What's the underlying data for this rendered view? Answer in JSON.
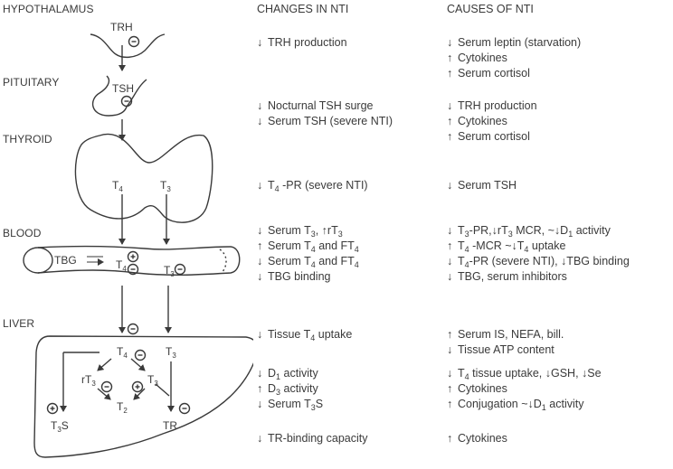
{
  "organ_labels": {
    "hypothalamus": "HYPOTHALAMUS",
    "pituitary": "PITUITARY",
    "thyroid": "THYROID",
    "blood": "BLOOD",
    "liver": "LIVER"
  },
  "diagram_labels": {
    "trh": "TRH",
    "tsh": "TSH",
    "thyroid_t4": "T4",
    "thyroid_t3": "T3",
    "tbg": "TBG",
    "blood_t4": "T4",
    "blood_t3": "T3",
    "liver_t4": "T4",
    "liver_t3": "T3",
    "rt3": "rT3",
    "t3_mid": "T3",
    "t2": "T2",
    "t3s": "T3S",
    "tr": "TR"
  },
  "column_headers": {
    "changes": "CHANGES IN NTI",
    "causes": "CAUSES OF NTI"
  },
  "changes": [
    {
      "dir": "down",
      "text": "TRH production"
    },
    {
      "dir": "down",
      "text": "Nocturnal TSH surge"
    },
    {
      "dir": "down",
      "text": "Serum TSH (severe NTI)"
    },
    {
      "dir": "down",
      "text": "T4 -PR (severe NTI)"
    },
    {
      "dir": "down",
      "text": "Serum T3, ↑rT3"
    },
    {
      "dir": "up",
      "text": "Serum T4 and FT4"
    },
    {
      "dir": "down",
      "text": "Serum T4 and FT4"
    },
    {
      "dir": "down",
      "text": "TBG binding"
    },
    {
      "dir": "down",
      "text": "Tissue T4 uptake"
    },
    {
      "dir": "down",
      "text": "D1 activity"
    },
    {
      "dir": "up",
      "text": "D3 activity"
    },
    {
      "dir": "down",
      "text": "Serum T3S"
    },
    {
      "dir": "down",
      "text": "TR-binding capacity"
    }
  ],
  "causes": [
    {
      "dir": "down",
      "text": "Serum leptin (starvation)"
    },
    {
      "dir": "up",
      "text": "Cytokines"
    },
    {
      "dir": "up",
      "text": "Serum cortisol"
    },
    {
      "dir": "down",
      "text": "TRH production"
    },
    {
      "dir": "up",
      "text": "Cytokines"
    },
    {
      "dir": "up",
      "text": "Serum cortisol"
    },
    {
      "dir": "down",
      "text": "Serum TSH"
    },
    {
      "dir": "down",
      "text": "T3-PR,↓rT3 MCR, ~↓D1 activity"
    },
    {
      "dir": "up",
      "text": "T4 -MCR ~↓T4 uptake"
    },
    {
      "dir": "down",
      "text": "T4-PR (severe NTI), ↓TBG binding"
    },
    {
      "dir": "down",
      "text": "TBG, serum inhibitors"
    },
    {
      "dir": "up",
      "text": "Serum IS, NEFA, bill."
    },
    {
      "dir": "down",
      "text": "Tissue ATP content"
    },
    {
      "dir": "down",
      "text": "T4 tissue uptake, ↓GSH, ↓Se"
    },
    {
      "dir": "up",
      "text": "Cytokines"
    },
    {
      "dir": "up",
      "text": "Conjugation ~↓D1 activity"
    },
    {
      "dir": "up",
      "text": "Cytokines"
    }
  ],
  "arrow_glyphs": {
    "up": "↑",
    "down": "↓"
  },
  "colors": {
    "ink": "#3a3a3a",
    "background": "#ffffff"
  }
}
